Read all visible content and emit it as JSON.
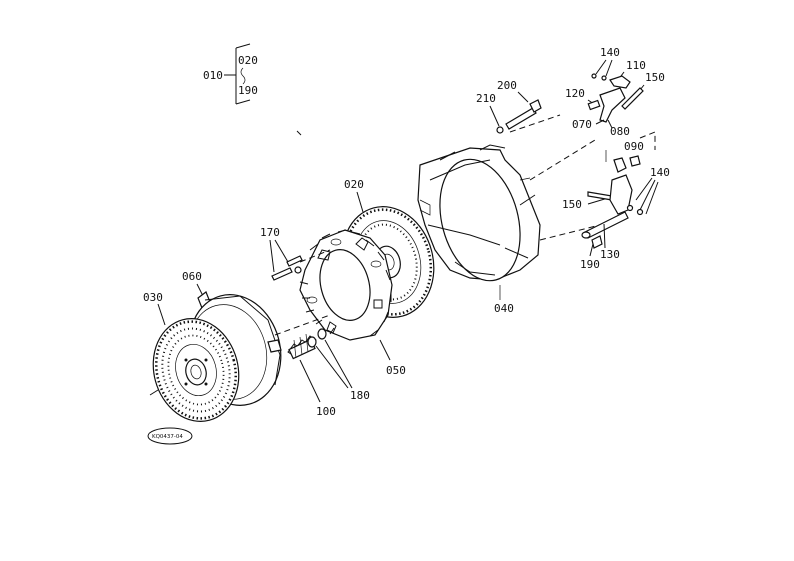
{
  "labels": {
    "l010": "010",
    "l020a": "020",
    "l190a": "190",
    "l200": "200",
    "l210": "210",
    "l120": "120",
    "l140a": "140",
    "l110": "110",
    "l150a": "150",
    "l070": "070",
    "l080": "080",
    "l090": "090",
    "l140b": "140",
    "l150b": "150",
    "l130": "130",
    "l190b": "190",
    "l020b": "020",
    "l040": "040",
    "l170": "170",
    "l060": "060",
    "l030": "030",
    "l050": "050",
    "l180": "180",
    "l100": "100",
    "ref_code": "KQ0437-04"
  }
}
